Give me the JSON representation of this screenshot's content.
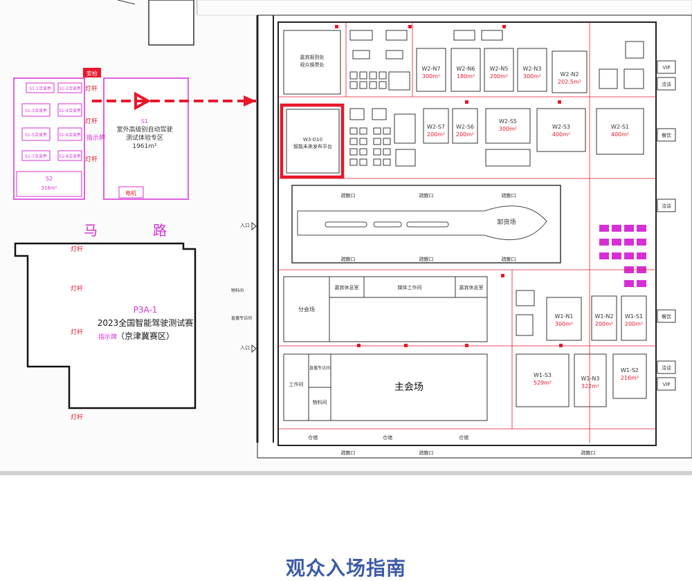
{
  "page_heading": "观众入场指南",
  "colors": {
    "accent_red": "#e8172a",
    "magenta": "#d62fd6",
    "heading": "#3d5aa8"
  },
  "outdoor": {
    "s1_code": "S1",
    "s1_name_line1": "室外高级别自动驾驶",
    "s1_name_line2": "测试体验专区",
    "s1_area": "1961m²",
    "s2_code": "S2",
    "s2_area": "316m²",
    "road": "马　路",
    "generator": "电机",
    "security": "安检",
    "light_pole": "灯杆",
    "sign_board": "指示牌",
    "tents": [
      "S1-1洽谈亭",
      "S1-2洽谈亭",
      "S1-3洽谈亭",
      "S1-4洽谈亭",
      "S1-5洽谈亭",
      "S1-6洽谈亭",
      "S1-7洽谈亭",
      "S1-8洽谈亭"
    ]
  },
  "p3a": {
    "code": "P3A-1",
    "line1": "2023全国智能驾驶测试赛",
    "line2": "（京津冀赛区）",
    "sign": "指示牌"
  },
  "hall": {
    "highlight_code": "W3-D10",
    "highlight_name": "智能未来发布平台",
    "reception": "嘉宾报到处",
    "reception2": "观众换票处",
    "unloading": "卸货场",
    "main_venue": "主会场",
    "sub_venue": "分会场",
    "vip_room": "嘉宾休息室",
    "media_room": "媒体工作间",
    "vip_room2": "嘉宾休息室",
    "broadcast": "直播专访间",
    "work_room": "工作间",
    "material_room": "物料间",
    "material_room2": "物料间",
    "interview": "直播专访间",
    "exit": "疏散口",
    "entrance": "入口",
    "warehouse": "仓储",
    "dining": "餐饮",
    "lounge": "洽谈",
    "vip": "VIP",
    "booths_north": [
      {
        "code": "W2-N7",
        "area": "300m²"
      },
      {
        "code": "W2-N6",
        "area": "180m²"
      },
      {
        "code": "W2-N5",
        "area": "200m²"
      },
      {
        "code": "W2-N3",
        "area": "300m²"
      },
      {
        "code": "W2-N2",
        "area": "202.5m²"
      }
    ],
    "booths_south_w2": [
      {
        "code": "W2-S7",
        "area": "200m²"
      },
      {
        "code": "W2-S6",
        "area": "200m²"
      },
      {
        "code": "W2-S5",
        "area": "300m²"
      },
      {
        "code": "W2-S3",
        "area": "400m²"
      },
      {
        "code": "W2-S1",
        "area": "400m²"
      }
    ],
    "booths_w1": [
      {
        "code": "W1-N1",
        "area": "300m²"
      },
      {
        "code": "W1-N2",
        "area": "200m²"
      },
      {
        "code": "W1-S1",
        "area": "200m²"
      },
      {
        "code": "W1-S3",
        "area": "529m²"
      },
      {
        "code": "W1-N3",
        "area": "322m²"
      },
      {
        "code": "W1-S2",
        "area": "216m²"
      }
    ]
  }
}
